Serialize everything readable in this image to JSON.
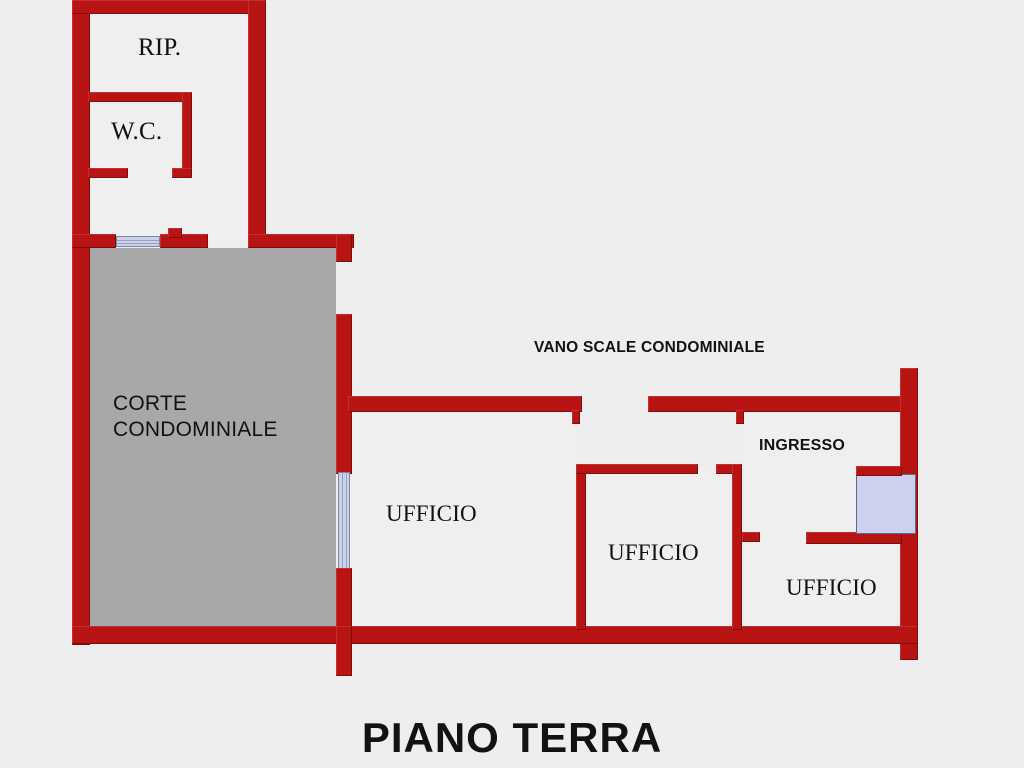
{
  "document": {
    "kind": "floor-plan",
    "title": "PIANO TERRA",
    "language": "it"
  },
  "colors": {
    "wall": "#b81414",
    "courtyard_fill": "#a8a8a8",
    "room_fill": "#efefef",
    "background": "#eeeeee",
    "opening": "#ccd1ea",
    "blue_block": "#ccd1ee",
    "text": "#111111"
  },
  "rooms": [
    {
      "id": "rip",
      "label": "RIP."
    },
    {
      "id": "wc",
      "label": "W.C."
    },
    {
      "id": "corte",
      "label": "CORTE\nCONDOMINIALE"
    },
    {
      "id": "ufficio1",
      "label": "UFFICIO"
    },
    {
      "id": "ufficio2",
      "label": "UFFICIO"
    },
    {
      "id": "ufficio3",
      "label": "UFFICIO"
    }
  ],
  "annotations": [
    {
      "id": "vano-scale",
      "label": "VANO SCALE CONDOMINIALE"
    },
    {
      "id": "ingresso",
      "label": "INGRESSO"
    }
  ],
  "labels": {
    "rip": "RIP.",
    "wc": "W.C.",
    "corte_line1": "CORTE",
    "corte_line2": "CONDOMINIALE",
    "ufficio_left": "UFFICIO",
    "ufficio_center": "UFFICIO",
    "ufficio_right": "UFFICIO",
    "vano_scale": "VANO SCALE CONDOMINIALE",
    "ingresso": "INGRESSO",
    "title": "PIANO TERRA"
  }
}
